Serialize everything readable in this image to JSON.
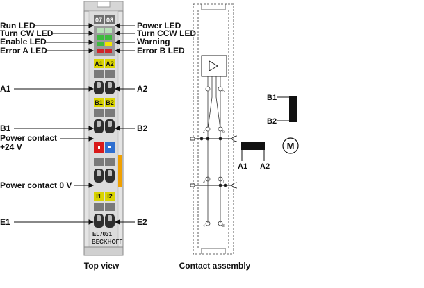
{
  "terminal": {
    "top_numbers": [
      "07",
      "08"
    ],
    "port_tags": [
      "A1",
      "A2",
      "B1",
      "B2",
      "I1",
      "I2"
    ],
    "model": "EL7031",
    "brand": "BECKHOFF"
  },
  "labels_left": {
    "run_led": "Run LED",
    "turn_cw_led": "Turn CW LED",
    "enable_led": "Enable LED",
    "error_a_led": "Error A LED",
    "a1": "A1",
    "b1": "B1",
    "power_contact_24v_l1": "Power contact",
    "power_contact_24v_l2": "+24 V",
    "power_contact_0v": "Power contact 0 V",
    "e1": "E1"
  },
  "labels_right": {
    "power_led": "Power LED",
    "turn_ccw_led": "Turn CCW LED",
    "warning": "Warning",
    "error_b_led": "Error B LED",
    "a2": "A2",
    "b2": "B2",
    "e2": "E2"
  },
  "captions": {
    "top_view": "Top view",
    "contact_assembly": "Contact assembly"
  },
  "assembly": {
    "pins_top": [
      "1",
      "5"
    ],
    "pins_mid": [
      "2",
      "6"
    ],
    "pins_low": [
      "3",
      "7"
    ],
    "pins_bottom": [
      "4",
      "8"
    ],
    "coil_b_labels": [
      "B1",
      "B2"
    ],
    "coil_a_labels": [
      "A1",
      "A2"
    ],
    "motor_symbol": "M"
  },
  "colors": {
    "terminal_body": "#e4e4e4",
    "tag_yellow": "#d9d400",
    "led_green": "#3dbb3d",
    "led_yellow": "#f2e400",
    "led_red": "#d0242a",
    "contact_red": "#d91a1a",
    "contact_blue": "#2f6fd0",
    "side_orange": "#f0a000"
  }
}
